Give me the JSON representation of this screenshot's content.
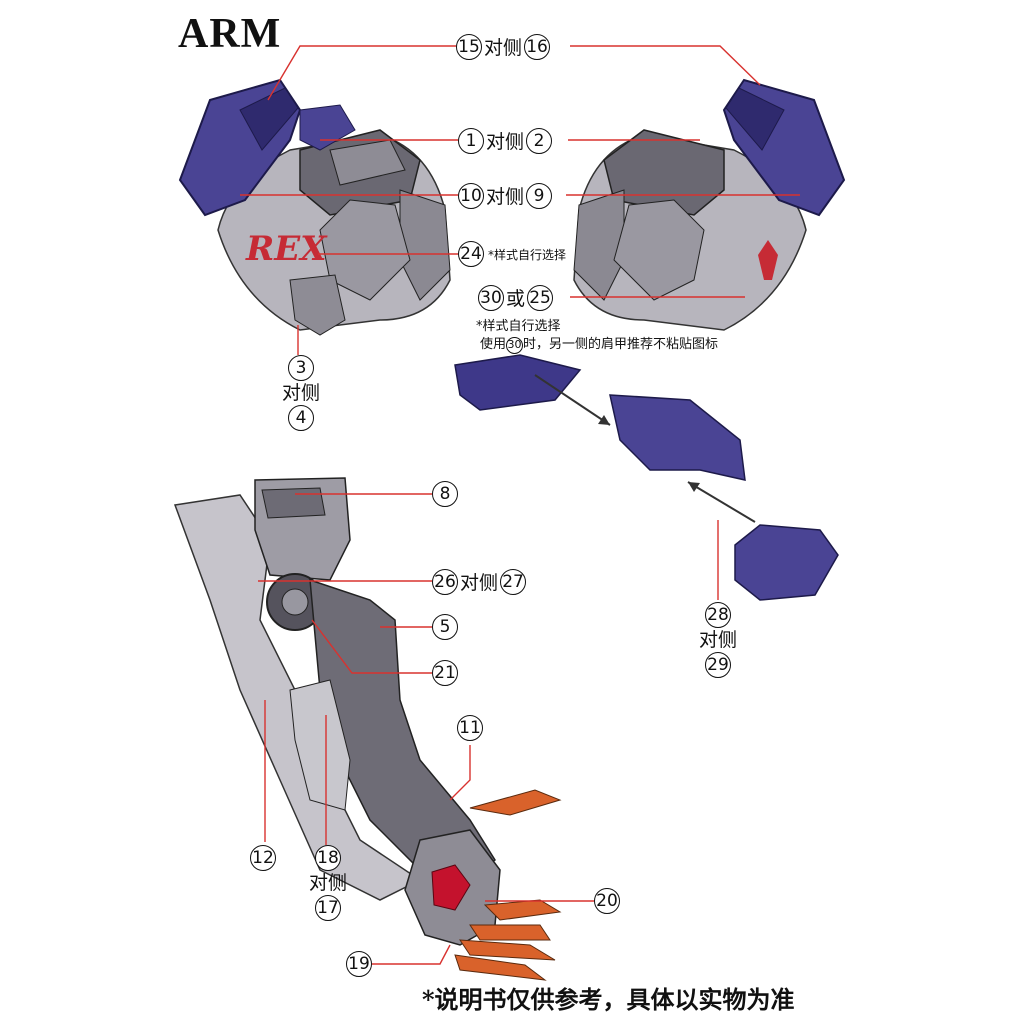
{
  "title": "ARM",
  "footer_note": "*说明书仅供参考，具体以实物为准",
  "callouts": {
    "c15_16": {
      "a": "15",
      "word": "对侧",
      "b": "16"
    },
    "c1_2": {
      "a": "1",
      "word": "对侧",
      "b": "2"
    },
    "c10_9": {
      "a": "10",
      "word": "对侧",
      "b": "9"
    },
    "c24": {
      "a": "24",
      "note": "*样式自行选择"
    },
    "c30_25": {
      "a": "30",
      "word": "或",
      "b": "25"
    },
    "c3_4": {
      "a": "3",
      "word": "对侧",
      "b": "4"
    },
    "c8": {
      "a": "8"
    },
    "c26_27": {
      "a": "26",
      "word": "对侧",
      "b": "27"
    },
    "c5": {
      "a": "5"
    },
    "c21": {
      "a": "21"
    },
    "c11": {
      "a": "11"
    },
    "c12": {
      "a": "12"
    },
    "c18_17": {
      "a": "18",
      "word": "对侧",
      "b": "17"
    },
    "c20": {
      "a": "20"
    },
    "c19": {
      "a": "19"
    },
    "c28_29": {
      "a": "28",
      "word": "对侧",
      "b": "29"
    }
  },
  "notes": {
    "style_choice": "*样式自行选择",
    "use30_prefix": "使用",
    "use30_num": "30",
    "use30_suffix": "时，另一侧的肩甲推荐不粘贴图标"
  },
  "decals": {
    "left": "REX"
  },
  "colors": {
    "purple": "#4a4494",
    "purple_dark": "#2f2a6e",
    "grey": "#a9a7b0",
    "grey_light": "#d8d7dc",
    "grey_dark": "#5b5964",
    "red_line": "#d8322f",
    "orange": "#d9622b",
    "red_gem": "#c4122d"
  }
}
